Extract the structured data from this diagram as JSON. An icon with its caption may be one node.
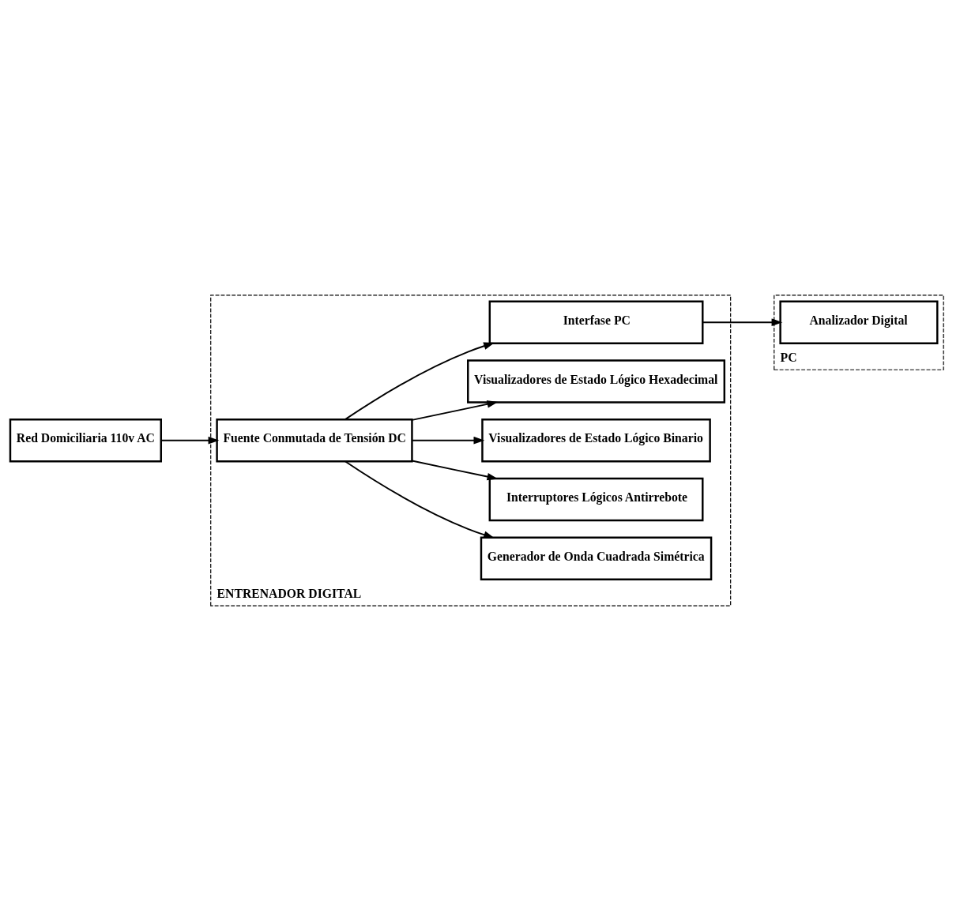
{
  "diagram": {
    "nodes": [
      {
        "text": [
          "Red Domiciliaria 110v AC"
        ]
      },
      {
        "text": [
          "ENTRENADOR DIGITAL"
        ]
      },
      {
        "text": [
          "Fuente Conmutada de Tensión DC"
        ],
        "in": 1
      },
      {
        "text": [
          "Generador de Onda Cuadrada Simétrica"
        ],
        "in": 1
      },
      {
        "text": [
          "Interruptores Lógicos Antirrebote"
        ],
        "in": 1
      },
      {
        "text": [
          "Visualizadores de Estado Lógico Binario"
        ],
        "in": 1
      },
      {
        "text": [
          "Visualizadores de Estado Lógico Hexadecimal"
        ],
        "in": 1
      },
      {
        "text": [
          "Interfase PC"
        ],
        "in": 1
      },
      {
        "text": [
          "PC"
        ]
      },
      {
        "text": [
          "Analizador Digital"
        ],
        "in": 8
      }
    ],
    "edges": [
      {
        "from": 0,
        "to": 2,
        "arrow": "to"
      },
      {
        "from": 2,
        "to": 3,
        "arrow": "to"
      },
      {
        "from": 2,
        "to": 4,
        "arrow": "to"
      },
      {
        "from": 2,
        "to": 5,
        "arrow": "to"
      },
      {
        "from": 2,
        "to": 6,
        "arrow": "to"
      },
      {
        "from": 2,
        "to": 7,
        "arrow": "to"
      },
      {
        "from": 7,
        "to": 9,
        "arrow": "to"
      }
    ]
  }
}
